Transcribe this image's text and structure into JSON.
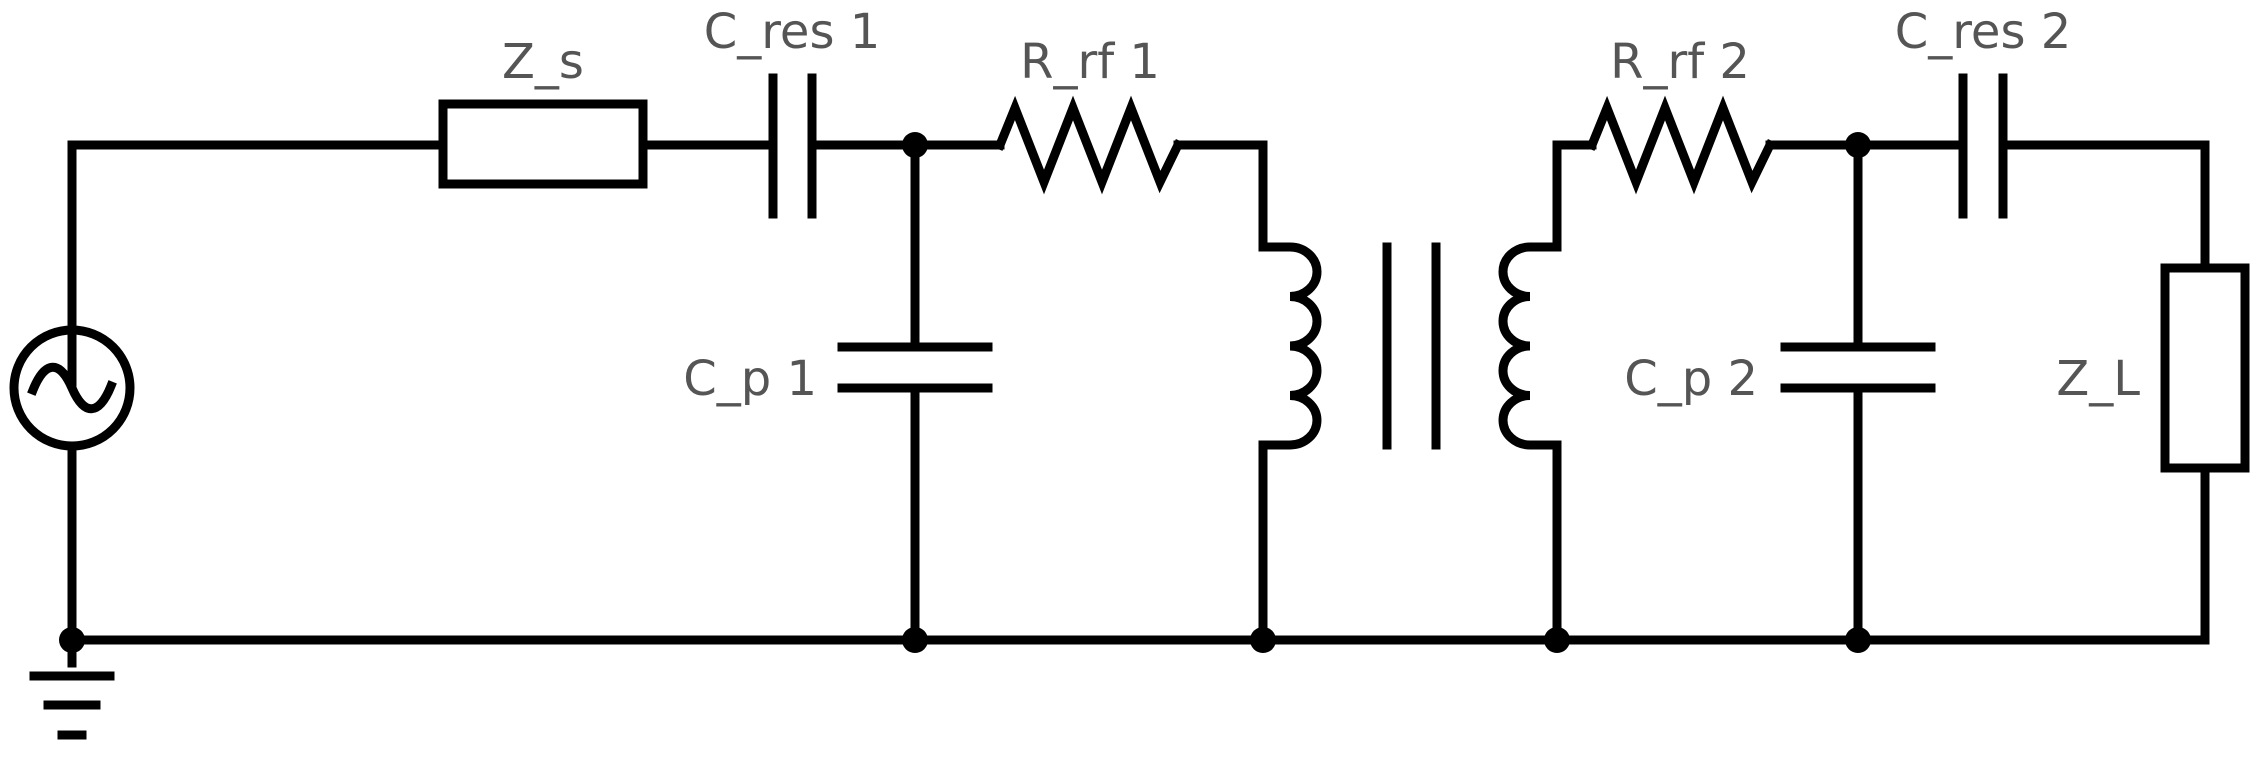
{
  "labels": {
    "z_s": "Z_s",
    "c_res1": "C_res 1",
    "r_rf1": "R_rf 1",
    "r_rf2": "R_rf 2",
    "c_res2": "C_res 2",
    "c_p1": "C_p 1",
    "c_p2": "C_p 2",
    "z_l": "Z_L"
  },
  "colors": {
    "wire": "#000000",
    "label": "#555555",
    "background": "#ffffff"
  }
}
